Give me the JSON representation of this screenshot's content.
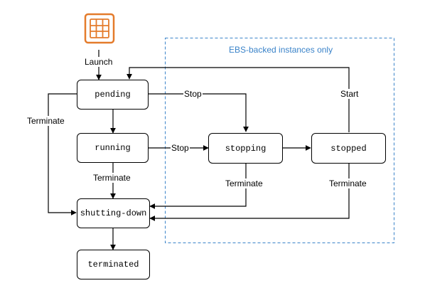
{
  "colors": {
    "line": "#000000",
    "region_border": "#3a83c9",
    "region_title": "#3a83c9",
    "icon": "#e47b2b"
  },
  "icon": {
    "name": "instance-icon"
  },
  "region": {
    "title": "EBS-backed instances only"
  },
  "states": {
    "pending": "pending",
    "running": "running",
    "shutting_down": "shutting-down",
    "terminated": "terminated",
    "stopping": "stopping",
    "stopped": "stopped"
  },
  "transitions": {
    "launch": "Launch",
    "terminate_pending": "Terminate",
    "terminate_running": "Terminate",
    "terminate_stopping": "Terminate",
    "terminate_stopped": "Terminate",
    "stop_pending": "Stop",
    "stop_running": "Stop",
    "start": "Start"
  }
}
